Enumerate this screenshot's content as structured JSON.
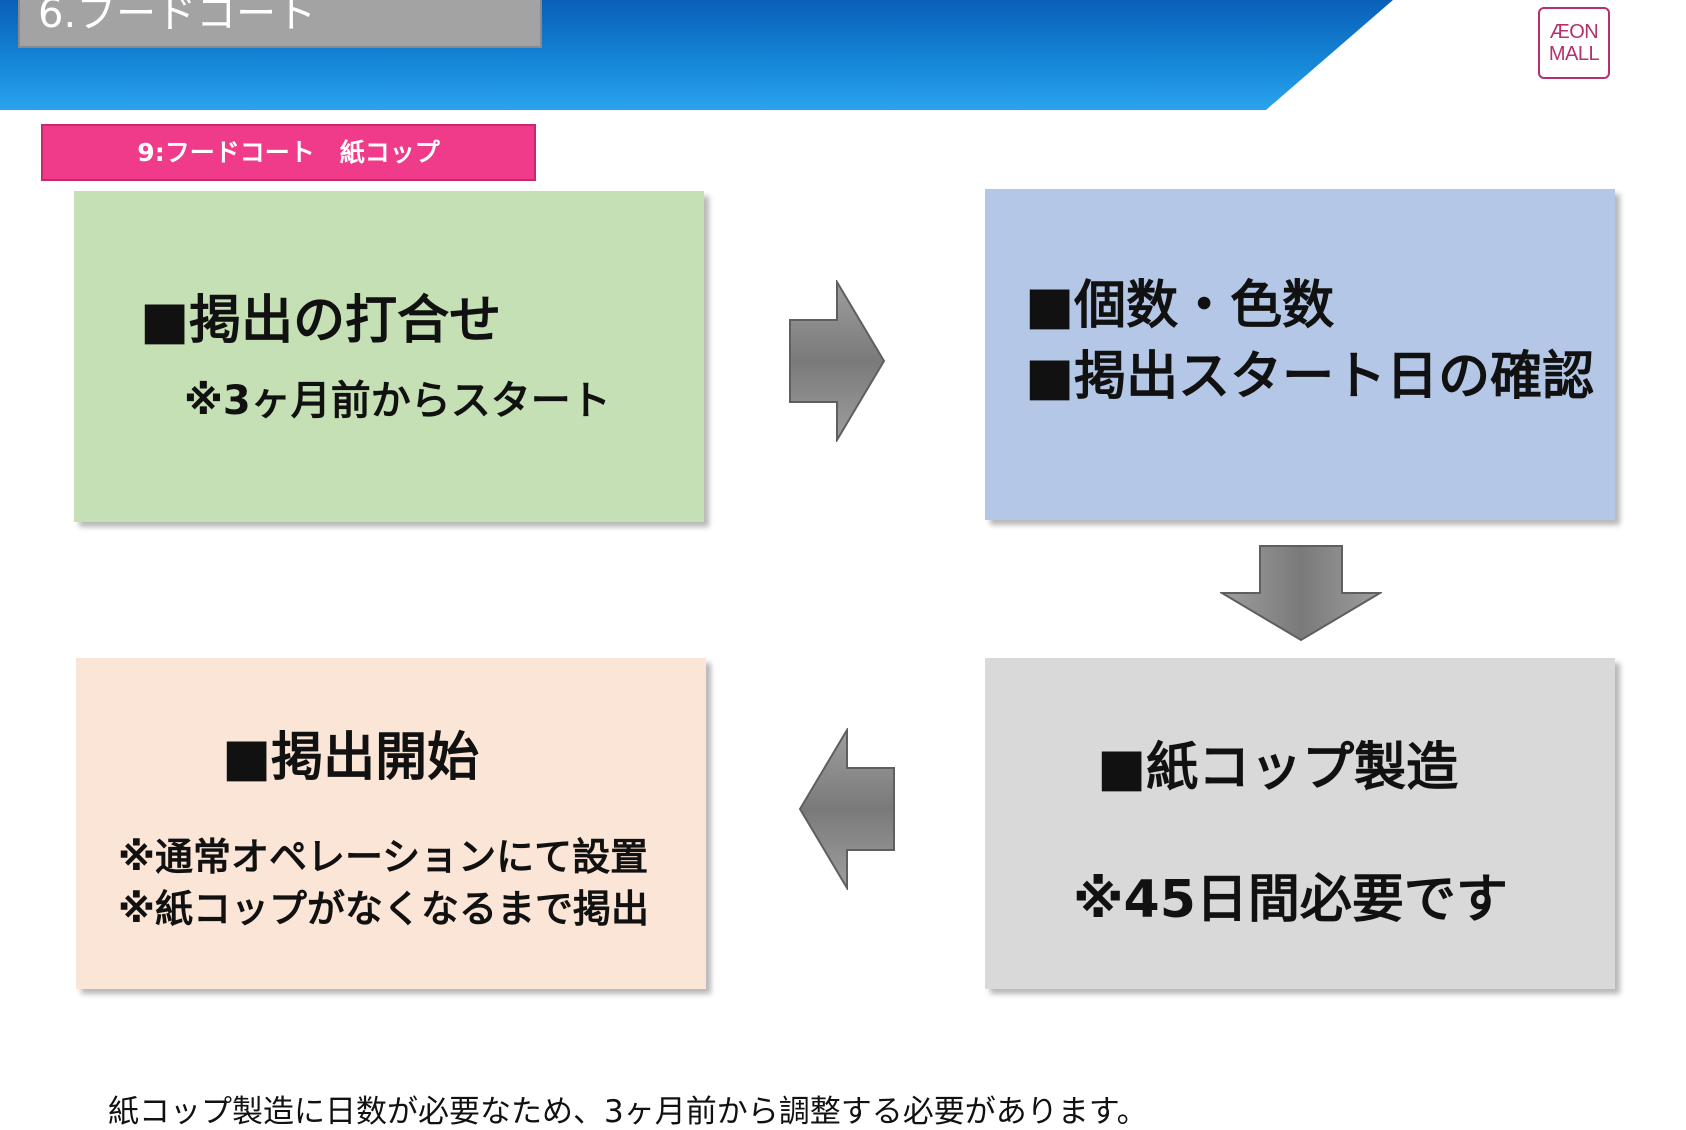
{
  "header": {
    "section_title": "6.フードコート",
    "logo_line1": "ÆON",
    "logo_line2": "MALL"
  },
  "label_tag": "9:フードコート　紙コップ",
  "steps": [
    {
      "heading": "■掲出の打合せ",
      "note": "※3ヶ月前からスタート"
    },
    {
      "line1": "■個数・色数",
      "line2": "■掲出スタート日の確認"
    },
    {
      "heading": "■紙コップ製造",
      "note": "※45日間必要です"
    },
    {
      "heading": "■掲出開始",
      "note1": "※通常オペレーションにて設置",
      "note2": "※紙コップがなくなるまで掲出"
    }
  ],
  "arrows": {
    "right": "arrow-right-icon",
    "down": "arrow-down-icon",
    "left": "arrow-left-icon"
  },
  "footer_note": "紙コップ製造に日数が必要なため、3ヶ月前から調整する必要があります。",
  "colors": {
    "header_blue": "#0a6fc4",
    "tag_pink": "#ef3b8a",
    "step1_green": "#c5e0b4",
    "step2_blue": "#b4c7e7",
    "step3_gray": "#d9d9d9",
    "step4_peach": "#fbe5d6",
    "logo_magenta": "#b4306f"
  }
}
